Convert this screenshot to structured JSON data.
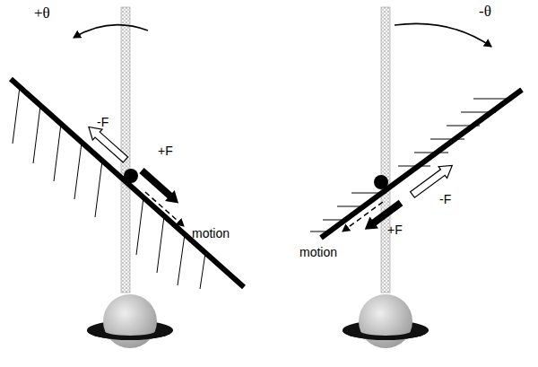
{
  "diagram": {
    "labels": [
      "+θ",
      "-F",
      "+F",
      "motion",
      "-θ",
      "-F",
      "+F",
      "motion"
    ]
  }
}
